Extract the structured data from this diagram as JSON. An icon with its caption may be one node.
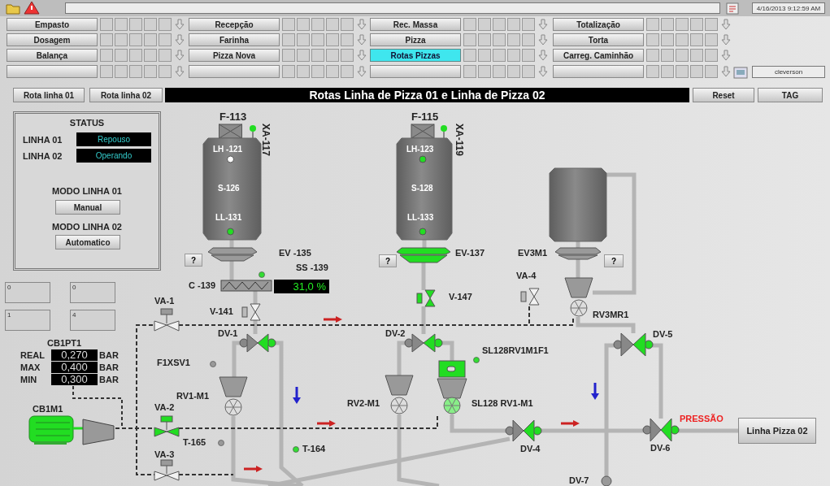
{
  "diagram": {
    "title": "Rotas Linha de Pizza 01 e Linha de Pizza 02",
    "nodes": [
      {
        "text": [
          "F-113",
          "LH -121",
          "S-126",
          "LL-131"
        ],
        "beside": [
          "XA-117"
        ]
      },
      {
        "text": [
          "EV -135"
        ]
      },
      {
        "text": [
          "C -139"
        ]
      },
      {
        "text": [
          "V-141"
        ]
      },
      {
        "text": [
          "DV-1"
        ]
      },
      {
        "text": [
          "RV1-M1"
        ]
      },
      {
        "text": [
          "F-115",
          "LH-123",
          "S-128",
          "LL-133"
        ],
        "beside": [
          "XA-119"
        ]
      },
      {
        "text": [
          "EV-137"
        ]
      },
      {
        "text": [
          "V-147"
        ]
      },
      {
        "text": [
          "DV-2"
        ]
      },
      {
        "text": [
          "RV2-M1"
        ]
      },
      {
        "text": [
          "SL128 RV1-M1"
        ]
      },
      {
        "text": [
          "DV-4"
        ]
      },
      {
        "text": [],
        "shape": "cylinder"
      },
      {
        "text": [
          "EV3M1"
        ]
      },
      {
        "text": [
          "VA-4"
        ]
      },
      {
        "text": [
          "RV3MR1"
        ]
      },
      {
        "text": [
          "DV-5"
        ]
      },
      {
        "text": [
          "DV-6"
        ]
      },
      {
        "text": [
          "Linha Pizza 02"
        ]
      },
      {
        "text": [
          "VA-1"
        ]
      },
      {
        "text": [
          "VA-2"
        ]
      },
      {
        "text": [
          "VA-3"
        ]
      },
      {
        "text": [
          "CB1M1"
        ]
      },
      {
        "text": [
          "DV-7"
        ]
      }
    ],
    "edges": [
      {
        "from": 0,
        "to": 1,
        "arrow": "none"
      },
      {
        "from": 1,
        "to": 2,
        "arrow": "none"
      },
      {
        "from": 2,
        "to": 3,
        "arrow": "none"
      },
      {
        "from": 3,
        "to": 4,
        "arrow": "none"
      },
      {
        "from": 4,
        "to": 5,
        "arrow": "none"
      },
      {
        "from": 5,
        "to": null,
        "arrow": "none"
      },
      {
        "from": 4,
        "to": null,
        "arrow": "none"
      },
      {
        "from": 6,
        "to": 7,
        "arrow": "none"
      },
      {
        "from": 7,
        "to": 8,
        "arrow": "none"
      },
      {
        "from": 8,
        "to": 9,
        "arrow": "none"
      },
      {
        "from": 9,
        "to": 10,
        "arrow": "none"
      },
      {
        "from": 9,
        "to": 11,
        "arrow": "none"
      },
      {
        "from": 11,
        "to": 12,
        "arrow": "none"
      },
      {
        "from": 12,
        "to": 18,
        "arrow": "none"
      },
      {
        "from": 10,
        "to": null,
        "arrow": "none"
      },
      {
        "from": 12,
        "to": null,
        "arrow": "none"
      },
      {
        "from": 13,
        "to": 14,
        "arrow": "none"
      },
      {
        "from": 14,
        "to": 16,
        "arrow": "none"
      },
      {
        "from": 13,
        "to": 16,
        "arrow": "none"
      },
      {
        "from": 16,
        "to": 17,
        "arrow": "none"
      },
      {
        "from": 17,
        "to": 24,
        "arrow": "none"
      },
      {
        "from": 17,
        "to": 18,
        "arrow": "none"
      },
      {
        "from": 18,
        "to": 19,
        "arrow": "none"
      },
      {
        "from": 23,
        "to": 20,
        "arrow": "none",
        "style": "dashed",
        "color": "#333333"
      },
      {
        "from": 23,
        "to": 21,
        "arrow": "none",
        "style": "dashed",
        "color": "#333333"
      },
      {
        "from": 23,
        "to": 22,
        "arrow": "none",
        "style": "dashed",
        "color": "#333333"
      },
      {
        "from": 20,
        "to": 16,
        "arrow": "none",
        "style": "dashed",
        "color": "#333333"
      },
      {
        "from": 21,
        "to": 11,
        "arrow": "none",
        "style": "dashed",
        "color": "#333333"
      },
      {
        "from": 22,
        "to": null,
        "arrow": "none",
        "style": "dashed",
        "color": "#333333"
      },
      {
        "from": 15,
        "to": null,
        "arrow": "none",
        "style": "dashed",
        "color": "#333333"
      }
    ],
    "labels": [
      "4/16/2013 9:12:59 AM",
      "Empasto",
      "Recepção",
      "Rec. Massa",
      "Totalização",
      "Dosagem",
      "Farinha",
      "Pizza",
      "Torta",
      "Balança",
      "Pizza Nova",
      "Rotas Pizzas",
      "Carreg. Caminhão",
      "cleverson",
      "Rota linha 01",
      "Rota linha 02",
      "Reset",
      "TAG",
      "STATUS",
      "LINHA 01",
      "Repouso",
      "LINHA 02",
      "Operando",
      "MODO LINHA 01",
      "Manual",
      "MODO LINHA 02",
      "Automatico",
      "?",
      "SS -139",
      "31,0 %",
      "?",
      "?",
      "0",
      "0",
      "1",
      "4",
      "CB1PT1",
      "REAL",
      "0,270",
      "BAR",
      "MAX",
      "0,400",
      "BAR",
      "MIN",
      "0,300",
      "BAR",
      "F1XSV1",
      "SL128RV1M1F1",
      "T-165",
      "T-164",
      "PRESSÃO"
    ]
  }
}
